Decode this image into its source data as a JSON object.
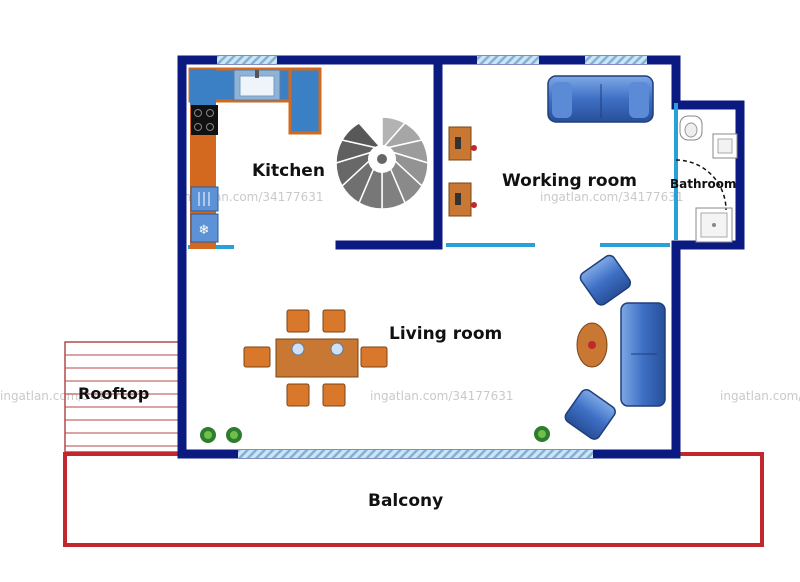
{
  "colors": {
    "wall": "#0b1a80",
    "window": "#a8cde8",
    "window_stripe": "#6fa6cf",
    "door_light": "#2aa0d8",
    "balcony": "#c0282d",
    "counter": "#3b7fc4",
    "counter_edge": "#d2691e",
    "sofa": "#4a7fd0",
    "chair": "#d9772a",
    "table": "#c87833"
  },
  "rooms": {
    "kitchen": "Kitchen",
    "working": "Working room",
    "bathroom": "Bathroom",
    "living": "Living room",
    "rooftop": "Rooftop",
    "balcony": "Balcony"
  },
  "watermark": "ingatlan.com/34177631",
  "icons": [
    "sink-icon",
    "stove-icon",
    "fridge-icon",
    "spiral-staircase-icon",
    "desk-icon",
    "sofa-icon",
    "toilet-icon",
    "shower-icon",
    "dining-table-icon",
    "armchair-icon",
    "coffee-table-icon",
    "plant-icon"
  ]
}
